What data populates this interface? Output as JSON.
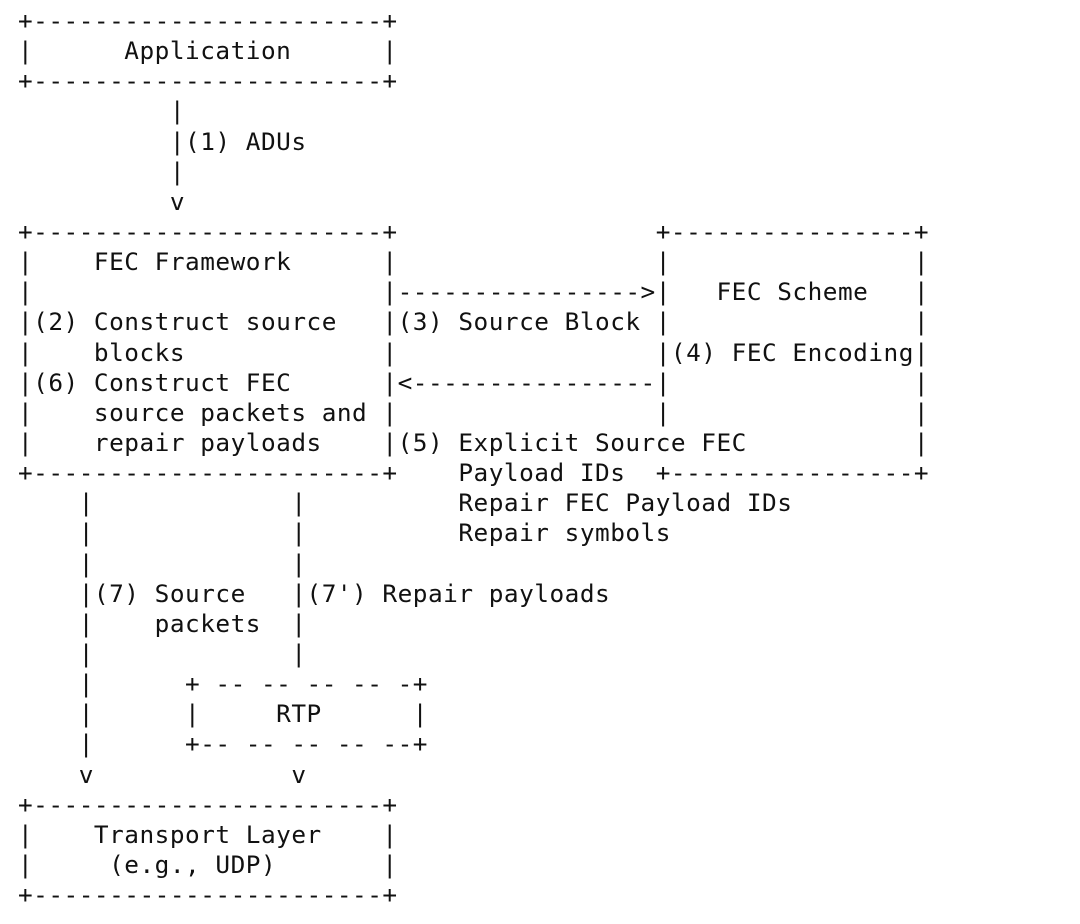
{
  "diagram": {
    "lines": [
      "+-----------------------+",
      "|      Application      |",
      "+-----------------------+",
      "          |",
      "          |(1) ADUs",
      "          |",
      "          v",
      "+-----------------------+                 +----------------+",
      "|    FEC Framework      |                 |                |",
      "|                       |---------------->|   FEC Scheme   |",
      "|(2) Construct source   |(3) Source Block |                |",
      "|    blocks             |                 |(4) FEC Encoding|",
      "|(6) Construct FEC      |<----------------|                |",
      "|    source packets and |                 |                |",
      "|    repair payloads    |(5) Explicit Source FEC           |",
      "+-----------------------+    Payload IDs  +----------------+",
      "    |             |          Repair FEC Payload IDs",
      "    |             |          Repair symbols",
      "    |             |",
      "    |(7) Source   |(7') Repair payloads",
      "    |    packets  |",
      "    |             |",
      "    |      + -- -- -- -- -+",
      "    |      |     RTP      |",
      "    |      +-- -- -- -- --+",
      "    v             v",
      "+-----------------------+",
      "|    Transport Layer    |",
      "|     (e.g., UDP)       |",
      "+-----------------------+"
    ]
  }
}
